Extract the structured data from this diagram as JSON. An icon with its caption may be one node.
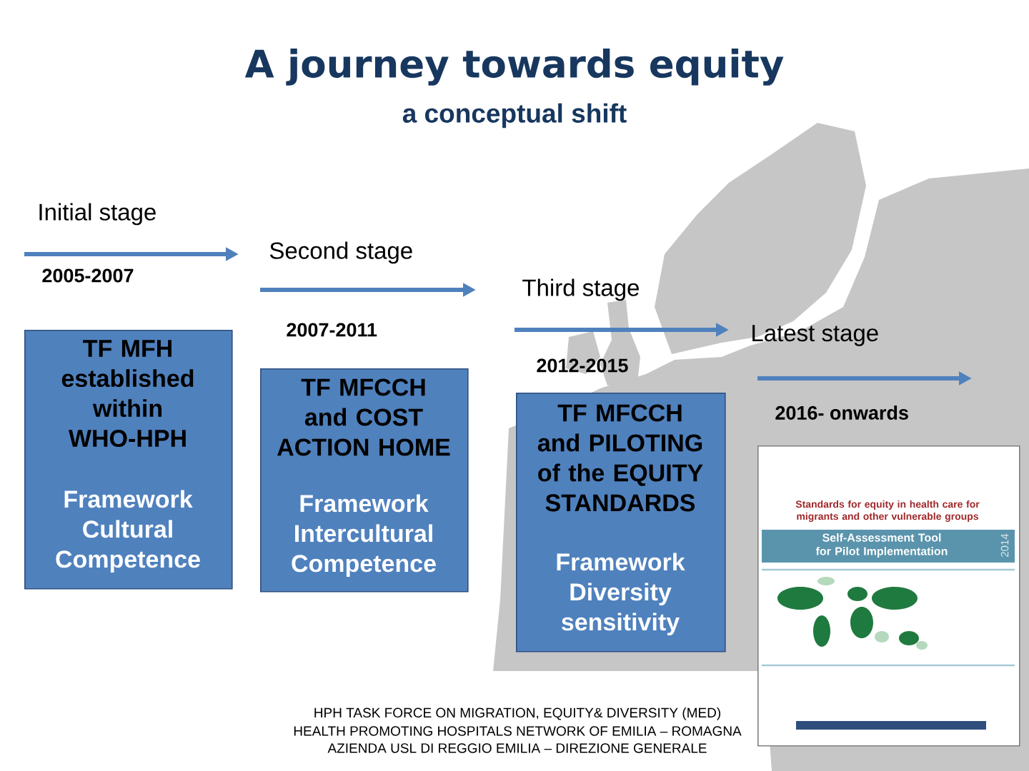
{
  "diagram": {
    "title": "A journey towards equity",
    "nodes": [
      {
        "text": [
          "TF MFH established within WHO-HPH",
          "Framework Cultural Competence"
        ],
        "beside": [
          "Initial stage",
          "2005-2007"
        ]
      },
      {
        "text": [
          "TF MFCCH and COST ACTION HOME",
          "Framework Intercultural Competence"
        ],
        "beside": [
          "Second stage",
          "2007-2011"
        ]
      },
      {
        "text": [
          "TF MFCCH and PILOTING of the EQUITY STANDARDS",
          "Framework Diversity sensitivity"
        ],
        "beside": [
          "Third stage",
          "2012-2015"
        ]
      },
      {
        "text": [
          "Standards for equity in health care for migrants and other vulnerable groups",
          "Self-Assessment Tool for Pilot Implementation",
          "2014"
        ],
        "beside": [
          "Latest stage",
          "2016- onwards"
        ]
      }
    ],
    "labels": [
      "a conceptual shift",
      "HPH TASK FORCE ON MIGRATION, EQUITY& DIVERSITY (MED)",
      "HEALTH PROMOTING HOSPITALS NETWORK OF EMILIA – ROMAGNA",
      "AZIENDA USL DI REGGIO EMILIA – DIREZIONE GENERALE"
    ]
  }
}
